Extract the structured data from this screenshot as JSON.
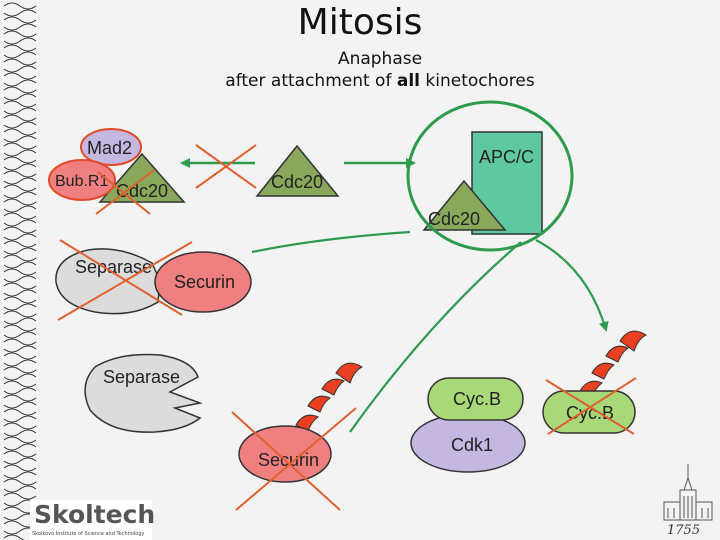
{
  "title": "Mitosis",
  "subtitle_line1": "Anaphase",
  "subtitle_line2_pre": "after attachment of ",
  "subtitle_line2_bold": "all",
  "subtitle_line2_post": " kinetochores",
  "labels": {
    "mad2": "Mad2",
    "bubr1": "Bub.R1",
    "cdc20_checkpoint": "Cdc20",
    "cdc20_free": "Cdc20",
    "apc_c": "APC/C",
    "cdc20_apc": "Cdc20",
    "separase_inhibited": "Separase",
    "securin_bound": "Securin",
    "separase_active": "Separase",
    "securin_ub": "Securin",
    "cycb": "Cyc.B",
    "cdk1": "Cdk1",
    "cycb_degraded": "Cyc.B"
  },
  "logo": {
    "name": "Skoltech",
    "tagline": "Skolkovo Institute of Science and Technology"
  },
  "year": "1755",
  "colors": {
    "purple": "#c4b8e0",
    "red_fill": "#f08080",
    "olive": "#8aa85c",
    "teal": "#5ec8a0",
    "gray": "#dcdcdc",
    "lime": "#a8d878",
    "ub_red": "#e84020",
    "cross": "#e06030",
    "arrow_green": "#2e9a4e"
  }
}
